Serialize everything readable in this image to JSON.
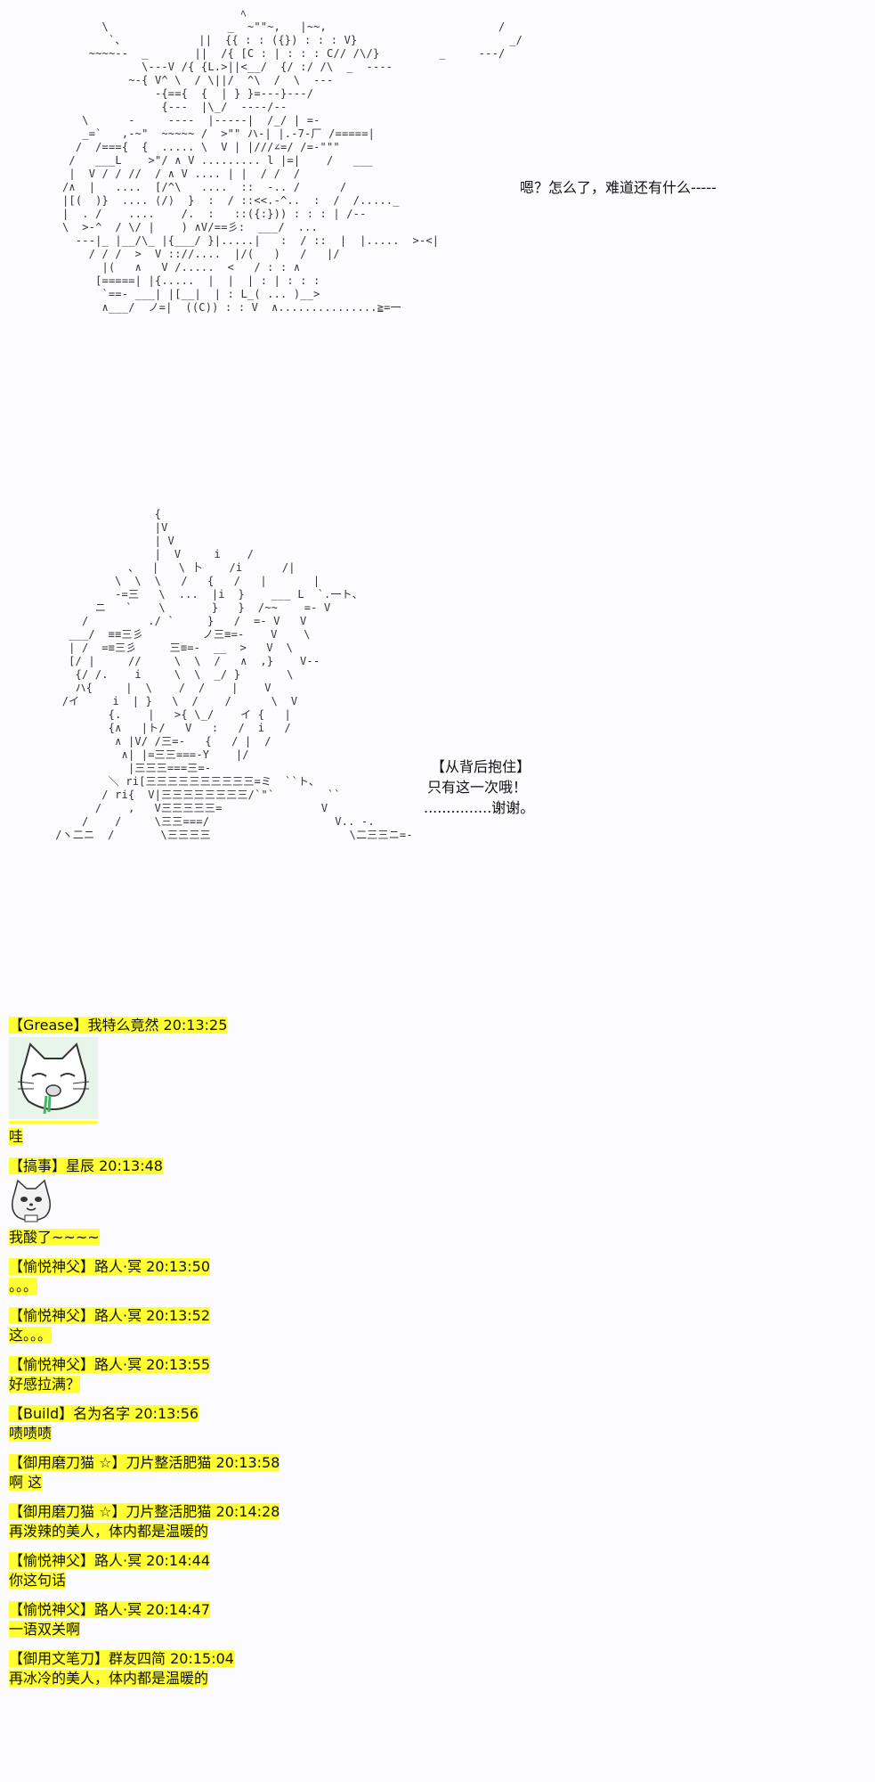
{
  "art_top": {
    "ascii": "                           ﾍ\n      \\                  _  ~\"\"~,   |~~,                          /\n       `、           ||  {{ : : ({}) : : : V}                       _/\n    ~~~~--  _       ||  /{ [C : | : : : C// /\\/}         _     ---/\n            \\---V /{ {L.>||<__/  {/ :/ /\\  _  ----\n          ~-{ V^ \\  / \\||/  ^\\  /  \\  ---\n              -{=={  {  | } }=---}---/\n               {---  |\\_/  ----/--\n   \\      -     ----  |-----|  /_/ | =-\n   _=`   ,-~\"  ~~~~~ /  >\"\" ハ-| |.-7-厂 /=====|\n  /  /==={  {  ..... \\  V | |///∠=/ /=-\"\"\"\n /   ___L    >\"/ ∧ V ......... l |=|    /   ___\n |  V / / //  / ∧ V .... | |  / /  /\n/∧  |   ....  [/^\\   ....  ::  -.. /      /\n|[(  )}  .... ⟨/⟩  }  :  / ::<<.-^..  :  /  /....._\n|  . /    ....    /.  :   ::({:})) : : : | /--\n\\  >-^  / \\/ |    ) ∧V/==彡:  ___/  ...\n  ---|_ |__/\\_ |{___/ }|.....|   :  / ::  |  |.....  >-<|\n    / / /  >  V :://....  |/(   )   /   |/\n      |(   ∧   V /.....  <   / : : ∧\n     [=====| |{.....  |  |  | : | : : :\n      `==- ___| |[__|  | : L_( ... )__>\n      ∧___/  ノ=|  ((C)) : : V  ∧...............≧=一",
    "speech": "嗯？怎么了，难道还有什么-----"
  },
  "art_bottom": {
    "ascii": "                  {\n                  |V\n                  | V\n                  |  V     i    /\n              、  |   \\ 卜    /i      /|\n            \\  \\  \\   /   {   /   |       |\n            -=三   \\  ...  |i  }    ___ L  `.一ト、\n         ニ   `    \\       }   }  /~~    =- V\n       /         ./ `     }   /  =- V   V\n     ___/  ≡≡三彡         ノ三≡=-    V    \\\n     | /  =≡三彡     三≡=-  __  >   V  \\\n     [/ |     //     \\  \\  /   ∧  ,}    V--\n      {/ /.    i     \\  \\  _/ }       \\\n      ハ{     |  \\    /  /    |    V\n    /イ     i  | }   \\  /    /      \\  V\n           {.    |   >{ \\_/    イ {   |\n           {∧   |ト/   V   :   /  i   /\n            ∧ |V/ /三=-   {   / |  /\n             ∧| |=三三===-Y    |/\n              |三三三===三=-\n           ＼ ri[三三三三三三三三三三=ミ  ``ト、\n          / ri{  V|三三三三三三三三/`\"`        ``\n         /    ,   V三三三三三=               V\n       /    /     \\三三===/                   V.. -.\n   /ヽ二ニ  /       \\三三三三                     \\二三三ニ=-"
  },
  "speech_back": [
    "【从背后抱住】",
    "只有这一次哦！",
    "...............谢谢。"
  ],
  "chat": [
    {
      "header": "【Grease】我特么竟然 20:13:25",
      "sticker": "cat-sticker",
      "lines": [
        "哇"
      ]
    },
    {
      "header": "【搞事】星辰 20:13:48",
      "sticker": "doge-cat-sticker",
      "lines": [
        "我酸了~~~~"
      ]
    },
    {
      "header": "【愉悦神父】路人·冥 20:13:50",
      "lines": [
        "。。。"
      ]
    },
    {
      "header": "【愉悦神父】路人·冥 20:13:52",
      "lines": [
        "这。。。"
      ]
    },
    {
      "header": "【愉悦神父】路人·冥 20:13:55",
      "lines": [
        "好感拉满？"
      ]
    },
    {
      "header": "【Build】名为名字 20:13:56",
      "lines": [
        "啧啧啧"
      ]
    },
    {
      "header": "【御用磨刀猫 ☆】刀片整活肥猫 20:13:58",
      "lines": [
        "啊 这"
      ]
    },
    {
      "header": "【御用磨刀猫 ☆】刀片整活肥猫 20:14:28",
      "lines": [
        "再泼辣的美人，体内都是温暖的"
      ]
    },
    {
      "header": "【愉悦神父】路人·冥 20:14:44",
      "lines": [
        "你这句话"
      ]
    },
    {
      "header": "【愉悦神父】路人·冥 20:14:47",
      "lines": [
        "一语双关啊"
      ]
    },
    {
      "header": "【御用文笔刀】群友四简 20:15:04",
      "lines": [
        "再冰冷的美人，体内都是温暖的"
      ]
    }
  ],
  "colors": {
    "highlight": "#ffff33",
    "background": "#fcfcfe",
    "text": "#111111"
  }
}
